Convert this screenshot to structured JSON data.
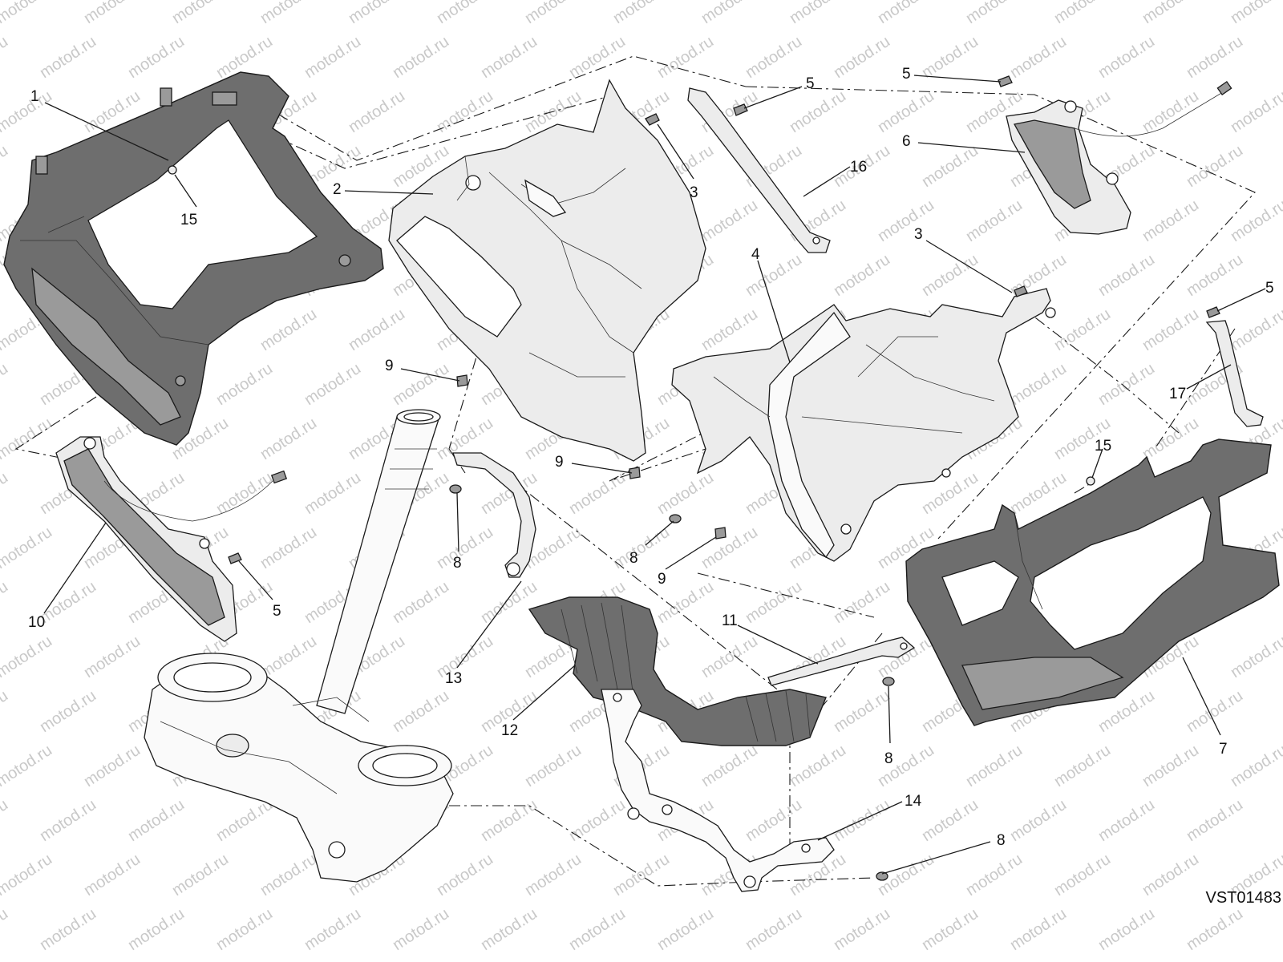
{
  "watermark": "motod.ru",
  "drawing_code": "VST01483",
  "callouts": {
    "c1": "1",
    "c2": "2",
    "c3a": "3",
    "c3b": "3",
    "c4": "4",
    "c5a": "5",
    "c5b": "5",
    "c5c": "5",
    "c5d": "5",
    "c6": "6",
    "c7": "7",
    "c8a": "8",
    "c8b": "8",
    "c8c": "8",
    "c8d": "8",
    "c9a": "9",
    "c9b": "9",
    "c9c": "9",
    "c10": "10",
    "c11": "11",
    "c12": "12",
    "c13": "13",
    "c14": "14",
    "c15a": "15",
    "c15b": "15",
    "c16": "16",
    "c17": "17"
  }
}
